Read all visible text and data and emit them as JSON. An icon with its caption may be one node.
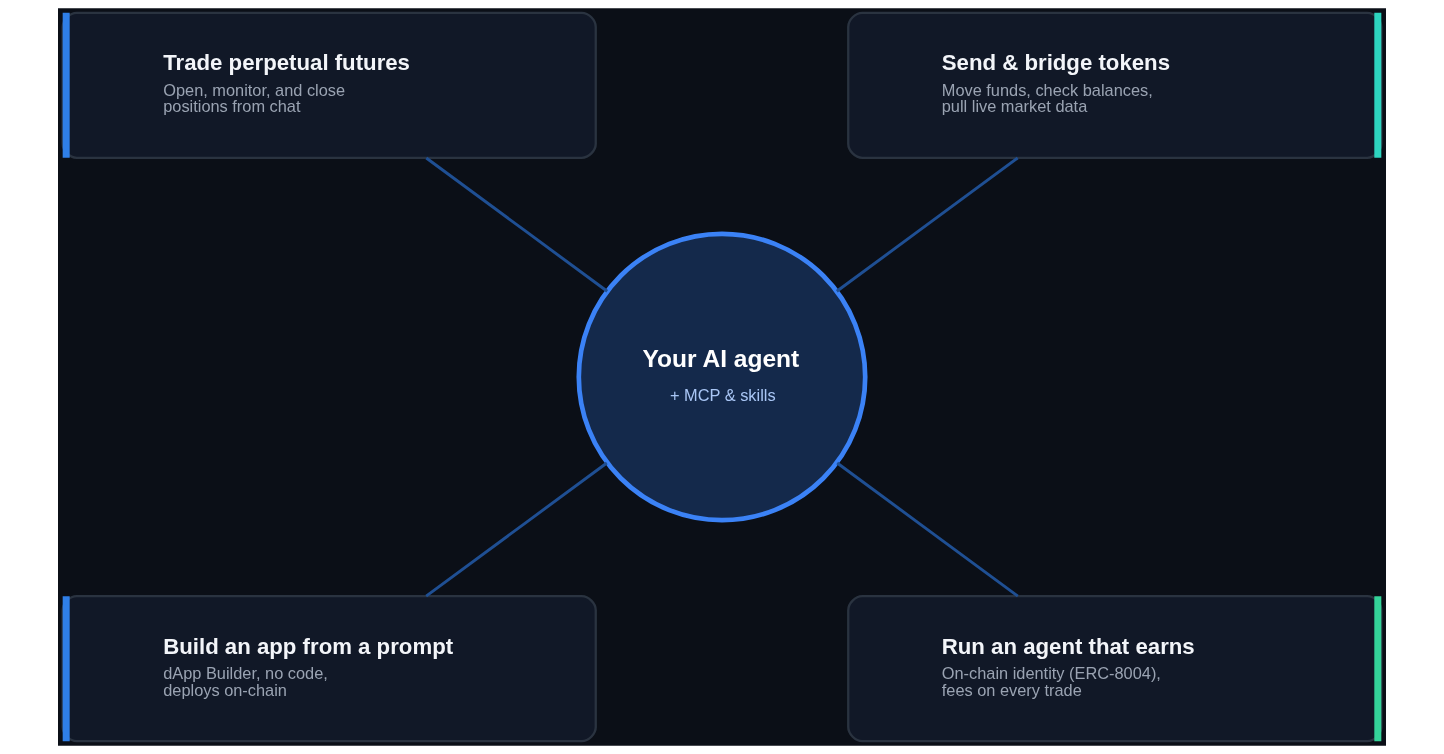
{
  "diagram": {
    "nodes": [
      {
        "text": [
          "Trade perpetual futures",
          "Open, monitor, and close positions from chat"
        ]
      },
      {
        "text": [
          "Send & bridge tokens",
          "Move funds, check balances, pull live market data"
        ]
      },
      {
        "text": [
          "Your AI agent",
          "+ MCP & skills"
        ]
      },
      {
        "text": [
          "Build an app from a prompt",
          "dApp Builder, no code, deploys on-chain"
        ]
      },
      {
        "text": [
          "Run an agent that earns",
          "On-chain identity (ERC-8004), fees on every trade"
        ]
      }
    ],
    "edges": [
      {
        "from": 0,
        "to": 2,
        "arrow": "none"
      },
      {
        "from": 1,
        "to": 2,
        "arrow": "none"
      },
      {
        "from": 2,
        "to": 3,
        "arrow": "none"
      },
      {
        "from": 2,
        "to": 4,
        "arrow": "none"
      }
    ]
  }
}
